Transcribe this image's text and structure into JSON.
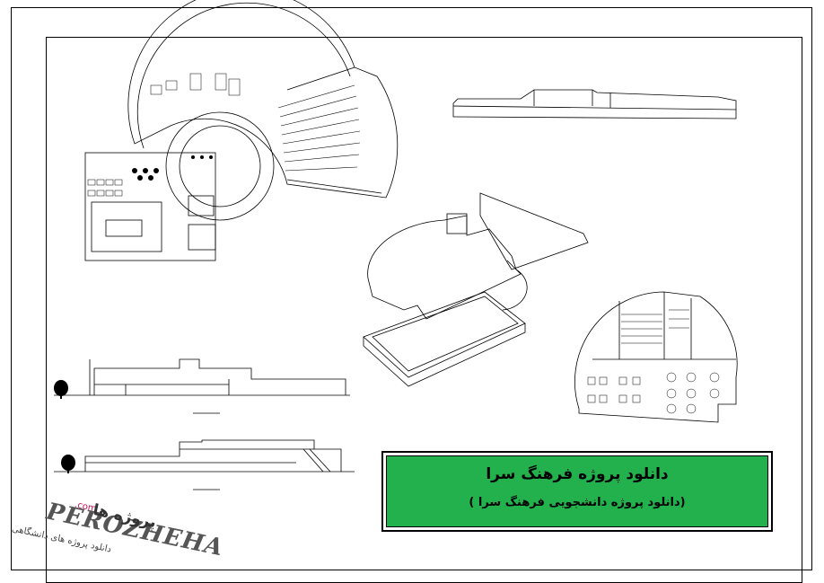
{
  "title_block": {
    "main_title": "دانلود پروژه فرهنگ سرا",
    "sub_title": "(دانلود پروژه دانشجویی فرهنگ سرا )"
  },
  "watermark": {
    "logo_fa": "پروژه ها",
    "logo_latin": "PEROZHEHA",
    "logo_domain": ".com",
    "tagline": "دانلود پروژه های دانشگاهی"
  },
  "colors": {
    "title_fill": "#22b14c",
    "line": "#000000",
    "tree_fill": "#000000"
  }
}
